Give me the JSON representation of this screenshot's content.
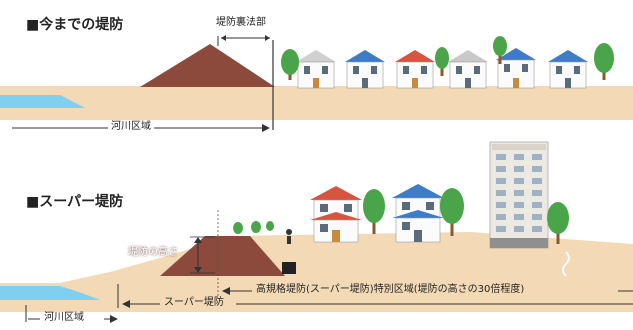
{
  "top": {
    "title": "■今までの堤防",
    "back_slope_label": "堤防裏法部",
    "river_zone_label": "河川区域"
  },
  "bottom": {
    "title": "■スーパー堤防",
    "levee_height_label": "堤防の高さ",
    "special_zone_label": "高規格堤防(スーパー堤防)特別区域(堤防の高さの30倍程度)",
    "super_levee_label": "スーパー堤防",
    "river_zone_label": "河川区域"
  },
  "colors": {
    "levee": "#8b4a3c",
    "ground": "#f3d9b5",
    "water": "#7fd0f0",
    "roof_red": "#d9543f",
    "roof_blue": "#3d7cc8",
    "tree": "#4aa54a"
  }
}
